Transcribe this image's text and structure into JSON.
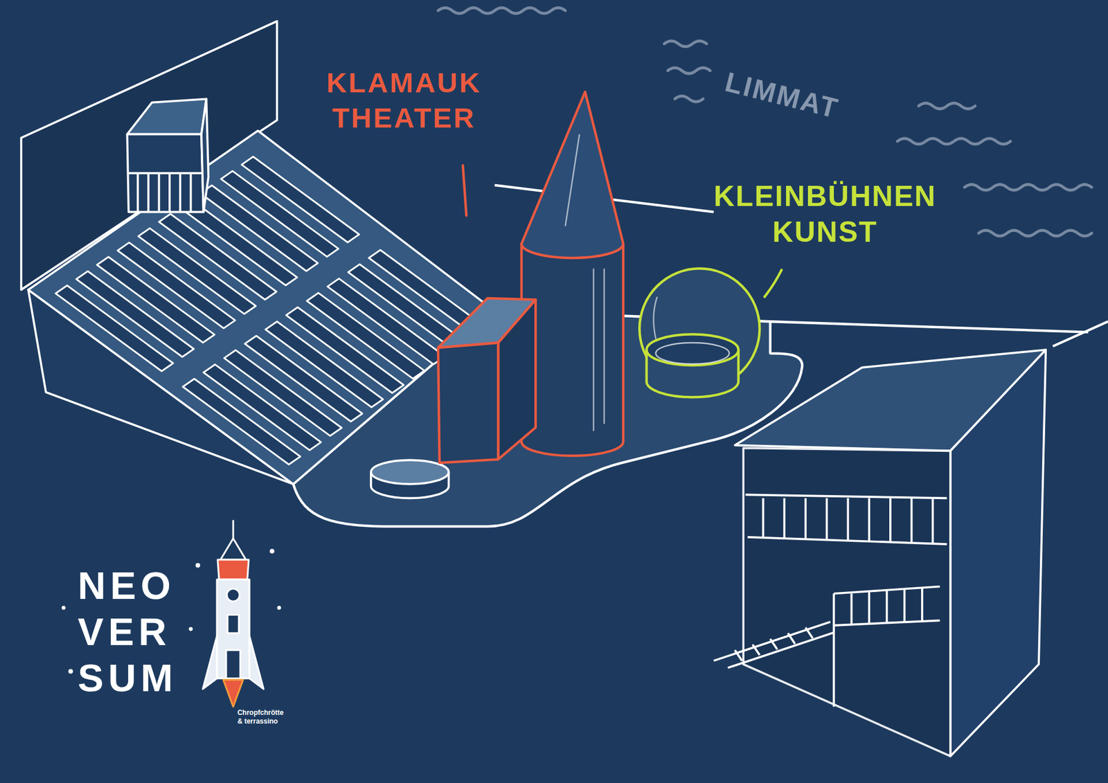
{
  "diagram": {
    "labels": [
      "KLAMAUK THEATER",
      "LIMMAT",
      "KLEINBÜHNEN KUNST",
      "NEO VER SUM",
      "Chropfchrötte & terrassino"
    ]
  }
}
